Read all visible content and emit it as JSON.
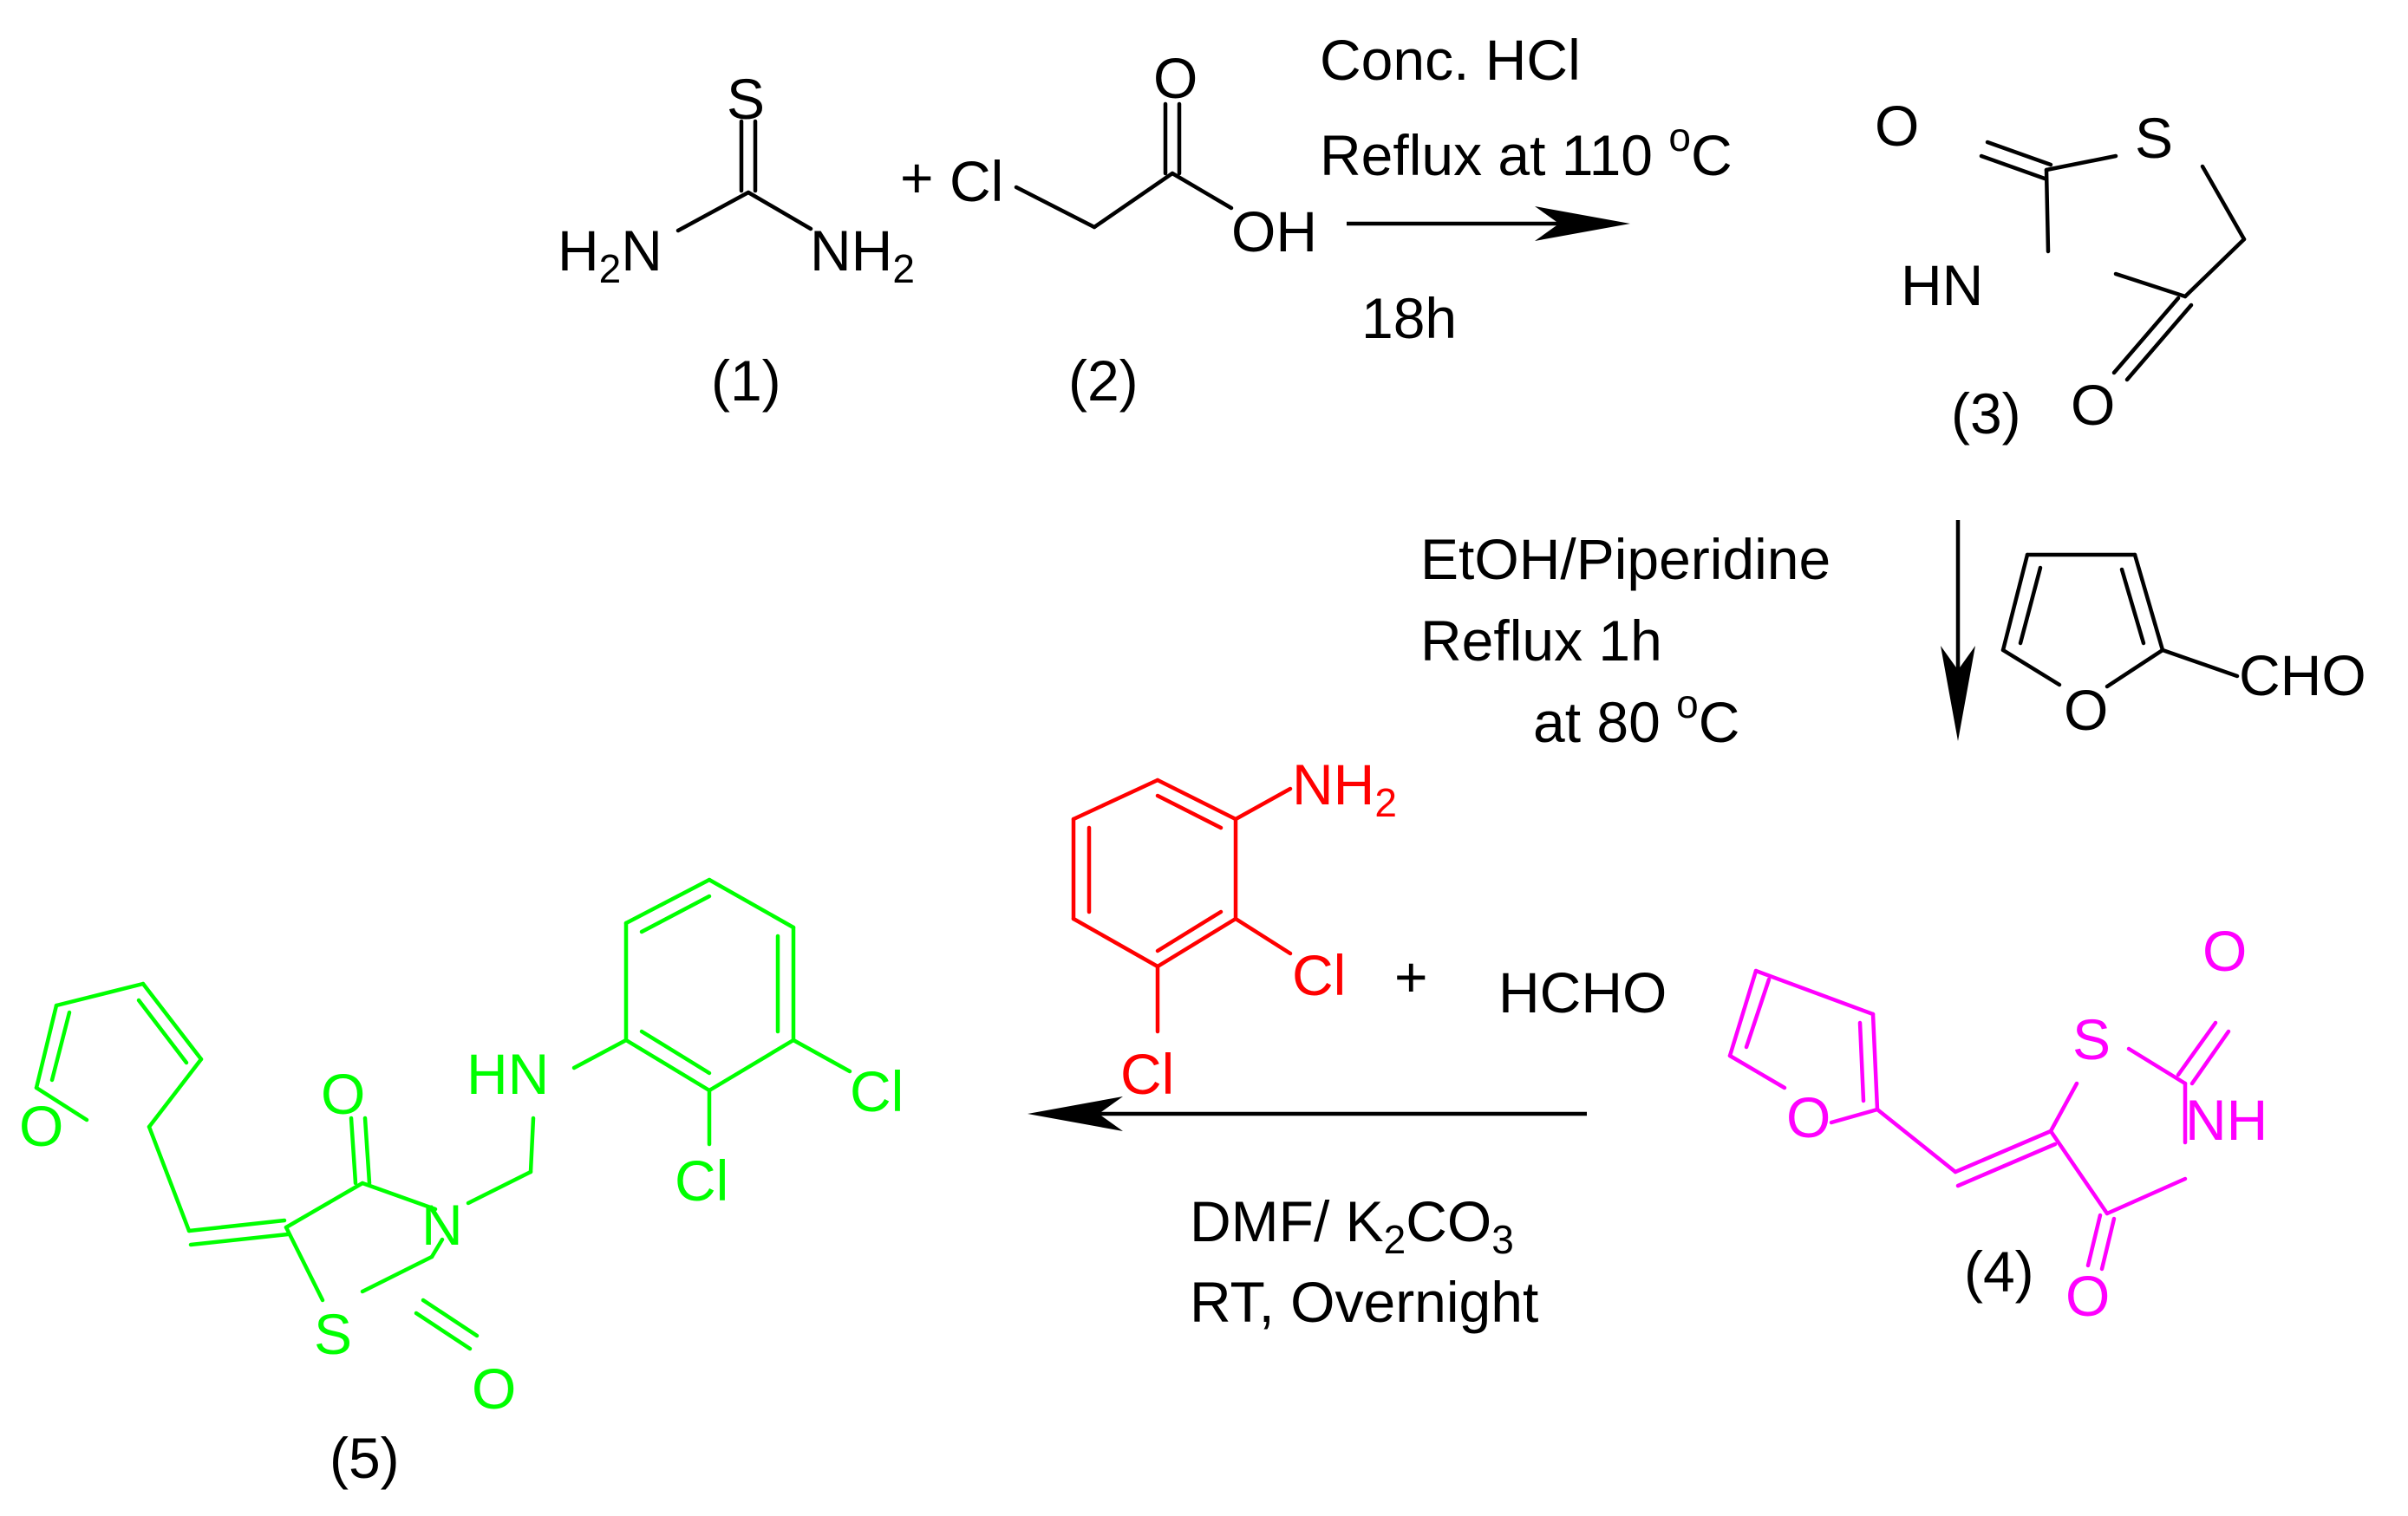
{
  "colors": {
    "black": "#000000",
    "aniline": "#ff0000",
    "intermediate": "#ff00ff",
    "product": "#00ff00"
  },
  "compounds": {
    "c1": {
      "label": "(1)",
      "S": "S",
      "nh2_left": "H",
      "nh2_left_sub": "2",
      "nh2_left_N": "N",
      "nh2_right": "NH",
      "nh2_right_sub": "2"
    },
    "c2": {
      "label": "(2)",
      "plus": "+",
      "Cl": "Cl",
      "O": "O",
      "OH": "OH"
    },
    "c3": {
      "label": "(3)",
      "O1": "O",
      "S": "S",
      "HN": "HN",
      "O2": "O"
    },
    "furfural": {
      "O": "O",
      "CHO": "CHO"
    },
    "c4": {
      "label": "(4)",
      "O_furan": "O",
      "S": "S",
      "O_top": "O",
      "NH": "NH",
      "O_bottom": "O"
    },
    "aniline": {
      "NH2": "NH",
      "NH2_sub": "2",
      "Cl1": "Cl",
      "Cl2": "Cl"
    },
    "hcho": {
      "plus": "+",
      "text": "HCHO"
    },
    "c5": {
      "label": "(5)",
      "O_furan": "O",
      "O_top": "O",
      "N": "N",
      "S": "S",
      "O_bottom": "O",
      "HN": "HN",
      "Cl1": "Cl",
      "Cl2": "Cl"
    }
  },
  "conditions": {
    "step1": {
      "line1": "Conc. HCl",
      "line2_main": "Reflux at 110 ",
      "line2_deg": "o",
      "line2_unit": "C",
      "line3": "18h"
    },
    "step2": {
      "line1": "EtOH/Piperidine",
      "line2": "Reflux   1h",
      "line3_main": "at 80 ",
      "line3_deg": "o",
      "line3_unit": "C"
    },
    "step3": {
      "line1_main": "DMF/ K",
      "line1_sub1": "2",
      "line1_mid": "CO",
      "line1_sub2": "3",
      "line2": "RT,  Overnight"
    }
  }
}
